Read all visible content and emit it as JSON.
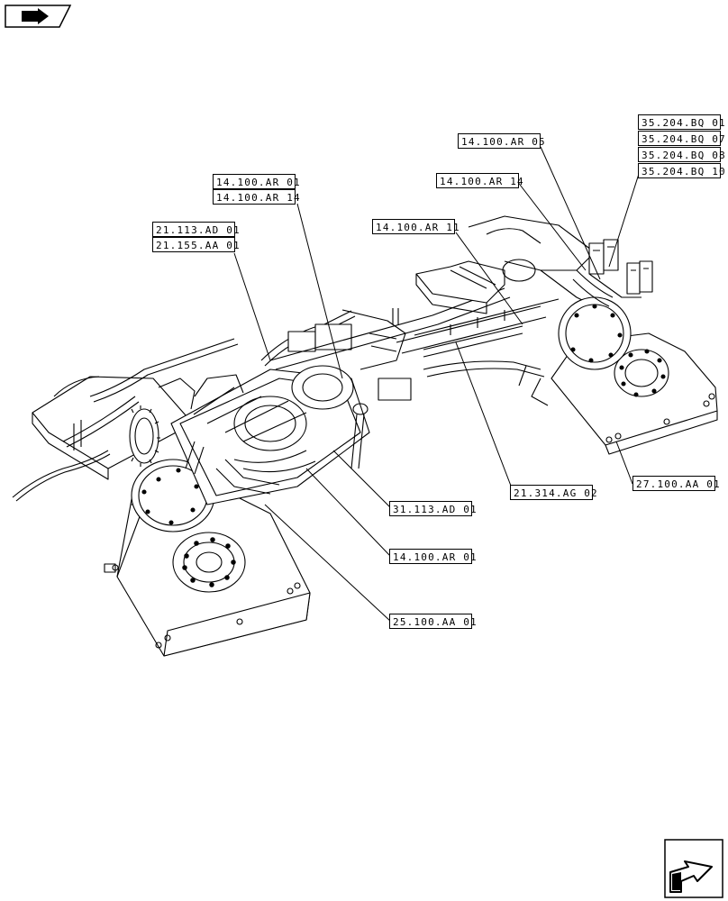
{
  "references": {
    "r_14100ar01_top": "14.100.AR 01",
    "r_14100ar14_top": "14.100.AR 14",
    "r_21113ad01": "21.113.AD 01",
    "r_21155aa01": "21.155.AA 01",
    "r_14100ar11": "14.100.AR 11",
    "r_14100ar14_mid": "14.100.AR 14",
    "r_14100ar05": "14.100.AR 05",
    "r_35204bq01": "35.204.BQ 01",
    "r_35204bq07": "35.204.BQ 07",
    "r_35204bq08": "35.204.BQ 08",
    "r_35204bq10": "35.204.BQ 10",
    "r_21314ag02": "21.314.AG 02",
    "r_27100aa01": "27.100.AA 01",
    "r_31113ad01": "31.113.AD 01",
    "r_14100ar01_bottom": "14.100.AR 01",
    "r_25100aa01": "25.100.AA 01"
  },
  "icons": {
    "top_left": "book-arrow-icon",
    "bottom_right": "next-page-arrow-icon"
  }
}
